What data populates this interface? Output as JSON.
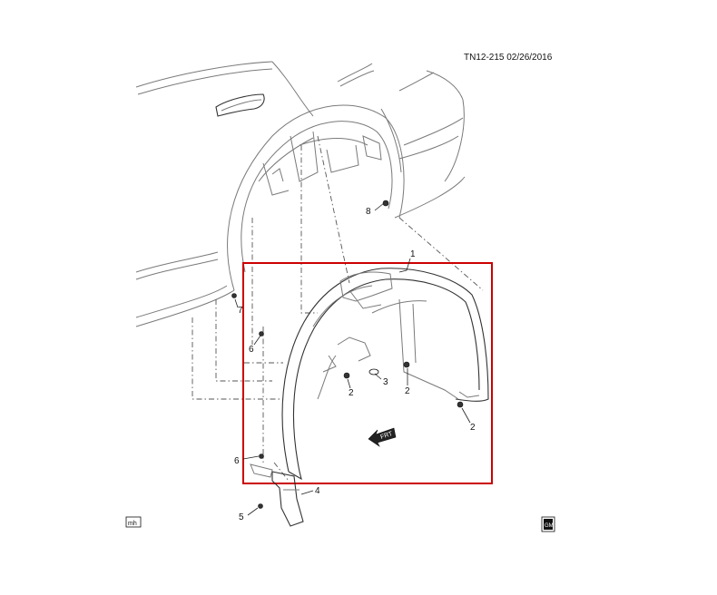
{
  "document": {
    "reference": "TN12-215  02/26/2016"
  },
  "callouts": [
    {
      "id": "c1",
      "label": "1"
    },
    {
      "id": "c2a",
      "label": "2"
    },
    {
      "id": "c2b",
      "label": "2"
    },
    {
      "id": "c2c",
      "label": "2"
    },
    {
      "id": "c3",
      "label": "3"
    },
    {
      "id": "c4",
      "label": "4"
    },
    {
      "id": "c5",
      "label": "5"
    },
    {
      "id": "c6a",
      "label": "6"
    },
    {
      "id": "c6b",
      "label": "6"
    },
    {
      "id": "c7",
      "label": "7"
    },
    {
      "id": "c8",
      "label": "8"
    }
  ],
  "direction": {
    "label": "FRT"
  },
  "symbols": {
    "left_box": "mh",
    "right_box": "GM"
  },
  "colors": {
    "highlight": "#cc0000",
    "line": "#333333"
  }
}
